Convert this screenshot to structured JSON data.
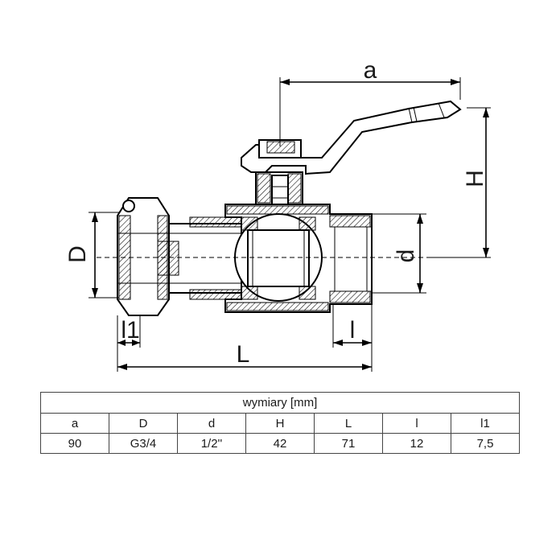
{
  "diagram": {
    "labels": {
      "a": "a",
      "H": "H",
      "D": "D",
      "d": "d",
      "l1": "l1",
      "l": "l",
      "L": "L"
    }
  },
  "table": {
    "title": "wymiary [mm]",
    "headers": [
      "a",
      "D",
      "d",
      "H",
      "L",
      "l",
      "l1"
    ],
    "values": [
      "90",
      "G3/4",
      "1/2''",
      "42",
      "71",
      "12",
      "7,5"
    ]
  }
}
